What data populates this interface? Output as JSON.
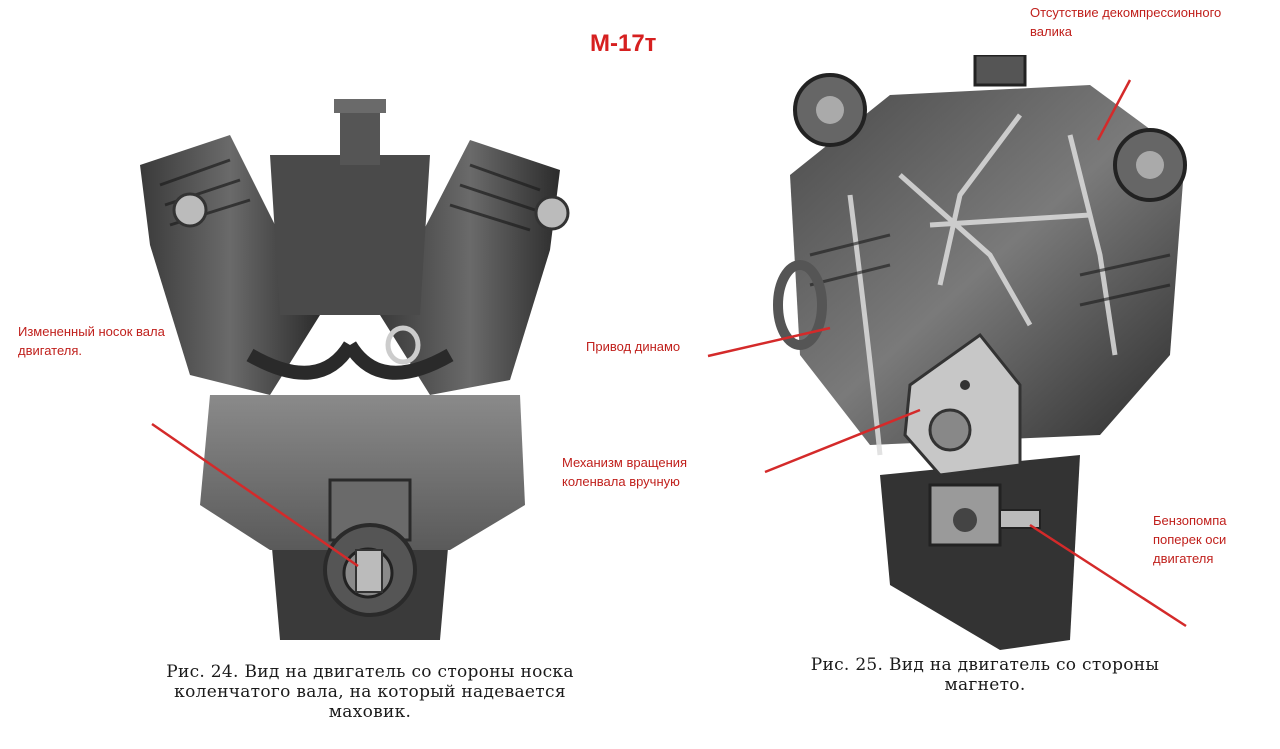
{
  "title": "М-17т",
  "annotations": {
    "nose_line1": "Измененный носок вала",
    "nose_line2": "двигателя.",
    "dynamo": "Привод динамо",
    "crank_line1": "Механизм вращения",
    "crank_line2": "коленвала вручную",
    "decomp_line1": "Отсутствие декомпрессионного",
    "decomp_line2": "валика",
    "fuel_line1": "Бензопомпа",
    "fuel_line2": "поперек оси",
    "fuel_line3": "двигателя"
  },
  "captions": {
    "fig24_line1": "Рис. 24. Вид на двигатель со стороны носка",
    "fig24_line2": "коленчатого вала, на который надевается",
    "fig24_line3": "маховик.",
    "fig25_line1": "Рис. 25. Вид на двигатель со стороны",
    "fig25_line2": "магнето."
  },
  "colors": {
    "title": "#d62020",
    "annotation": "#c0201c",
    "pointer_line": "#d42a2a",
    "engine_dark": "#2a2a2a",
    "engine_mid": "#5a5a5a",
    "engine_light": "#9a9a9a"
  }
}
